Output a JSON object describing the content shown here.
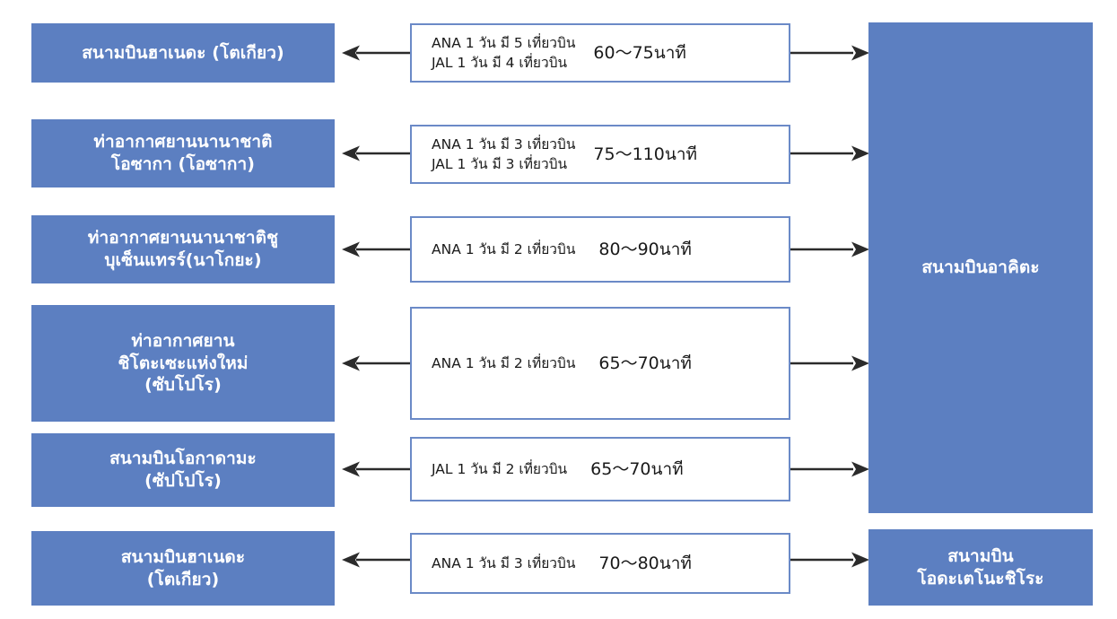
{
  "diagram": {
    "type": "route-connection-diagram",
    "colors": {
      "node_fill": "#5c7fc1",
      "node_text": "#ffffff",
      "detail_border": "#6b8ac7",
      "detail_fill": "#ffffff",
      "arrow": "#2b2b2b",
      "background": "#ffffff"
    },
    "destinations": [
      {
        "id": "akita",
        "label": "สนามบินอาคิตะ"
      },
      {
        "id": "odate-noshiro",
        "label": "สนามบิน\nโอดะเตโนะชิโระ"
      }
    ],
    "routes": [
      {
        "origin": "สนามบินฮาเนดะ (โตเกียว)",
        "flights": "ANA 1 วัน มี 5 เที่ยวบิน\nJAL 1 วัน มี 4 เที่ยวบิน",
        "duration": "60〜75นาที",
        "destination_id": "akita",
        "airlines": [
          {
            "carrier": "ANA",
            "frequency_per_day": 5
          },
          {
            "carrier": "JAL",
            "frequency_per_day": 4
          }
        ],
        "duration_min": 60,
        "duration_max": 75
      },
      {
        "origin": "ท่าอากาศยานนานาชาติ\nโอซากา (โอซากา)",
        "flights": "ANA 1 วัน มี 3 เที่ยวบิน\nJAL 1 วัน มี 3 เที่ยวบิน",
        "duration": "75〜110นาที",
        "destination_id": "akita",
        "airlines": [
          {
            "carrier": "ANA",
            "frequency_per_day": 3
          },
          {
            "carrier": "JAL",
            "frequency_per_day": 3
          }
        ],
        "duration_min": 75,
        "duration_max": 110
      },
      {
        "origin": "ท่าอากาศยานนานาชาติชู\nบุเซ็นแทรร์(นาโกยะ)",
        "flights": "ANA 1 วัน มี 2 เที่ยวบิน",
        "duration": "80〜90นาที",
        "destination_id": "akita",
        "airlines": [
          {
            "carrier": "ANA",
            "frequency_per_day": 2
          }
        ],
        "duration_min": 80,
        "duration_max": 90
      },
      {
        "origin": "ท่าอากาศยาน\nชิโตะเซะแห่งใหม่\n(ซับโปโร)",
        "flights": "ANA 1 วัน มี 2 เที่ยวบิน",
        "duration": "65〜70นาที",
        "destination_id": "akita",
        "airlines": [
          {
            "carrier": "ANA",
            "frequency_per_day": 2
          }
        ],
        "duration_min": 65,
        "duration_max": 70
      },
      {
        "origin": "สนามบินโอกาดามะ\n(ซัปโปโร)",
        "flights": "JAL 1 วัน มี 2 เที่ยวบิน",
        "duration": "65〜70นาที",
        "destination_id": "akita",
        "airlines": [
          {
            "carrier": "JAL",
            "frequency_per_day": 2
          }
        ],
        "duration_min": 65,
        "duration_max": 70
      },
      {
        "origin": "สนามบินฮาเนดะ\n(โตเกียว)",
        "flights": "ANA 1 วัน มี 3 เที่ยวบิน",
        "duration": "70〜80นาที",
        "destination_id": "odate-noshiro",
        "airlines": [
          {
            "carrier": "ANA",
            "frequency_per_day": 3
          }
        ],
        "duration_min": 70,
        "duration_max": 80
      }
    ]
  }
}
